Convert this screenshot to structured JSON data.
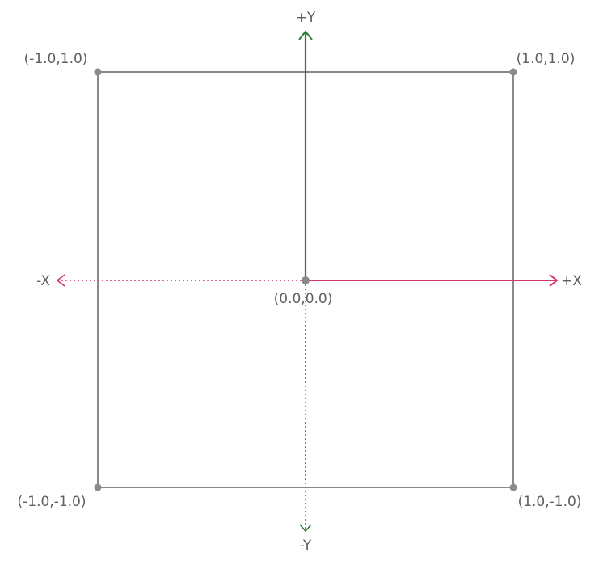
{
  "colors": {
    "square": "#8a8a8a",
    "text": "#5f5f5f",
    "x_axis": "#d1356b",
    "y_axis": "#2e7d32",
    "background": "#ffffff"
  },
  "axes": {
    "pos_x": "+X",
    "neg_x": "-X",
    "pos_y": "+Y",
    "neg_y": "-Y"
  },
  "corners": {
    "top_left": "(-1.0,1.0)",
    "top_right": "(1.0,1.0)",
    "bottom_left": "(-1.0,-1.0)",
    "bottom_right": "(1.0,-1.0)"
  },
  "origin": "(0.0,0.0)"
}
